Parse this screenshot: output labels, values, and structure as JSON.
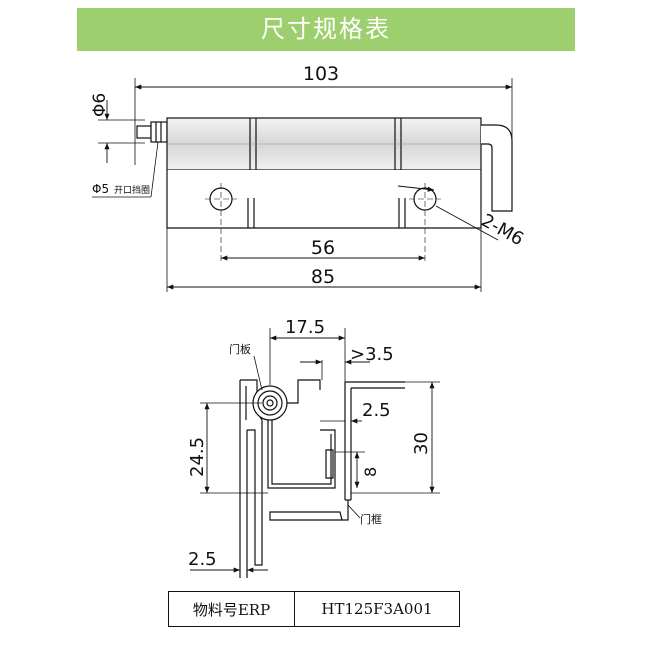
{
  "header": {
    "title": "尺寸规格表"
  },
  "top_view": {
    "dim_total_length": "103",
    "dim_pin_dia": "Φ6",
    "dim_lock_ring": "Φ5",
    "lock_ring_label": "开口挡圈",
    "dim_hole_spacing": "56",
    "dim_leaf_width": "85",
    "dim_holes": "2-M6"
  },
  "side_view": {
    "dim_top_offset": "17.5",
    "dim_gap": ">3.5",
    "door_leaf_label": "门板",
    "door_frame_label": "门框",
    "dim_inner_gap": "2.5",
    "dim_height": "30",
    "dim_left_height": "24.5",
    "dim_small": "8",
    "dim_thickness": "2.5"
  },
  "erp_table": {
    "label": "物料号ERP",
    "value": "HT125F3A001"
  }
}
